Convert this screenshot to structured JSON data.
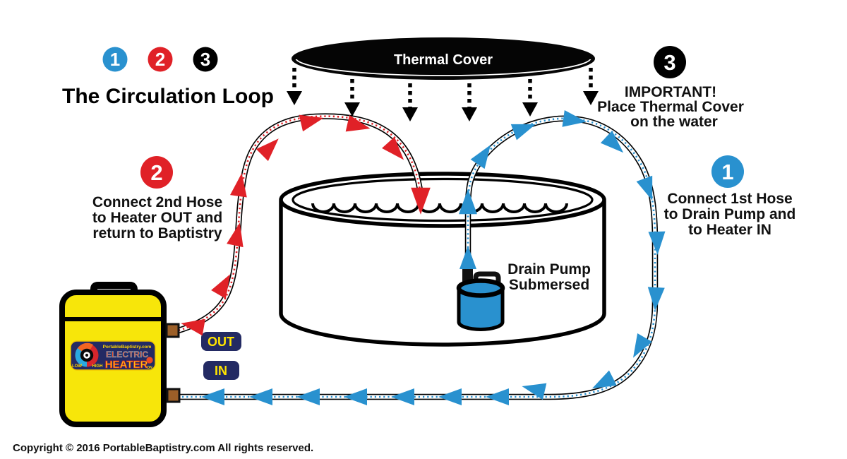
{
  "title": {
    "heading": "The Circulation Loop",
    "badge1": "1",
    "badge2": "2",
    "badge3": "3"
  },
  "thermal_cover": {
    "label": "Thermal Cover"
  },
  "steps": {
    "step1": {
      "number": "1",
      "lines": [
        "Connect 1st Hose",
        "to Drain Pump and",
        "to Heater IN"
      ]
    },
    "step2": {
      "number": "2",
      "lines": [
        "Connect 2nd Hose",
        "to Heater OUT and",
        "return to Baptistry"
      ]
    },
    "step3": {
      "number": "3",
      "lines": [
        "IMPORTANT!",
        "Place Thermal Cover",
        "on the water"
      ]
    }
  },
  "pool": {
    "pump_label": [
      "Drain Pump",
      "Submersed"
    ]
  },
  "heater": {
    "brand": "PortableBaptistry.com",
    "product_line1": "ELECTRIC",
    "product_line2": "HEATER",
    "dial_low": "LOW",
    "dial_high": "HIGH",
    "power": "ON",
    "port_out": "OUT",
    "port_in": "IN"
  },
  "footer": {
    "copyright": "Copyright © 2016 PortableBaptistry.com  All rights reserved."
  },
  "colors": {
    "blue": "#2991cf",
    "red": "#e02127",
    "navy": "#232a63",
    "heater_yellow": "#f7e60a",
    "badge_text_yellow": "#ffe400",
    "connector_brown": "#9c5f28",
    "black": "#000000",
    "white": "#ffffff"
  }
}
